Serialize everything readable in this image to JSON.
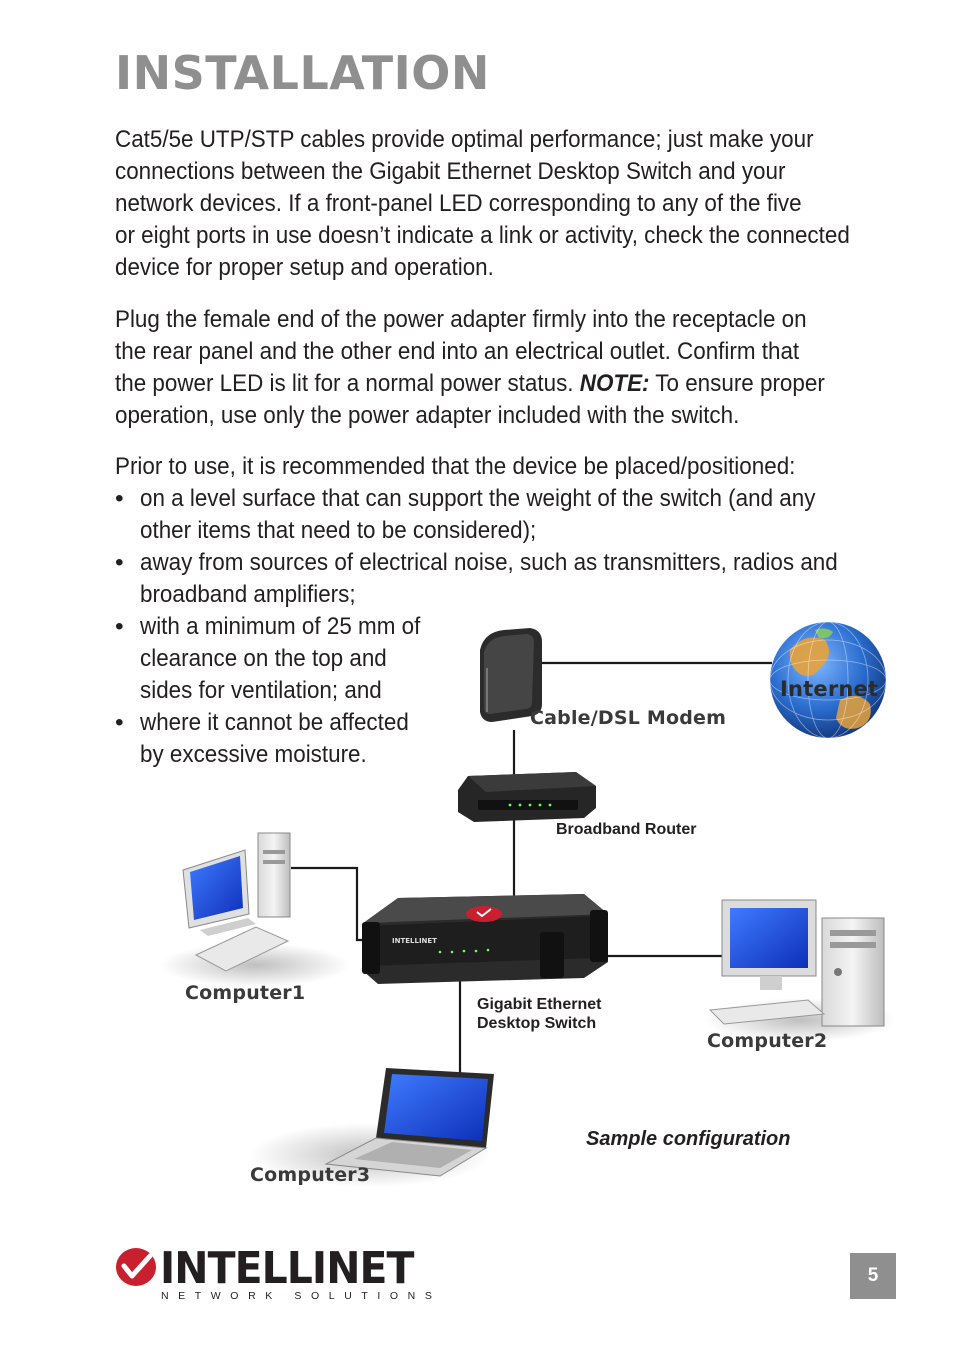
{
  "page": {
    "title": "INSTALLATION",
    "paragraph1": [
      "Cat5/5e UTP/STP cables provide optimal performance; just make your",
      "connections between the Gigabit Ethernet Desktop Switch and your",
      "network devices. If a front-panel LED corresponding to any of the five",
      "or eight ports in use doesn’t indicate a link or activity, check the connected",
      "device for proper setup and operation."
    ],
    "paragraph2": {
      "lines": [
        "Plug the female end of the power adapter firmly into the receptacle on",
        "the rear panel and the other end into an electrical outlet. Confirm that"
      ],
      "line3_before": "the power LED is lit for a normal power status. ",
      "note_label": "NOTE:",
      "line3_after": " To ensure proper",
      "line4": "operation, use only the power adapter included with the switch."
    },
    "paragraph3_intro": "Prior to use, it is recommended that the device be placed/positioned:",
    "bullet_symbol": "•",
    "bullets": [
      [
        "on a level surface that can support the weight of the switch (and any",
        "other items that need to be considered);"
      ],
      [
        "away from sources of electrical noise, such as transmitters, radios and",
        "broadband amplifiers;"
      ],
      [
        "with a minimum of 25 mm of",
        "clearance on the top and",
        "sides for ventilation; and"
      ],
      [
        "where it cannot be affected",
        "by excessive moisture."
      ]
    ],
    "page_number": "5"
  },
  "diagram": {
    "internet_label": "Internet",
    "modem_label": "Cable/DSL Modem",
    "router_label": "Broadband Router",
    "switch_label_line1": "Gigabit Ethernet",
    "switch_label_line2": "Desktop Switch",
    "computer1_label": "Computer1",
    "computer2_label": "Computer2",
    "computer3_label": "Computer3",
    "switch_brand": "INTELLINET",
    "caption": "Sample configuration",
    "colors": {
      "line": "#1a1a1a",
      "globe_ocean": "#2c6fd1",
      "globe_land": "#e8a23a",
      "device_dark": "#2b2b2b"
    }
  },
  "footer": {
    "brand": "INTELLINET",
    "tagline": "NETWORK SOLUTIONS",
    "logo_color": "#c8202f"
  }
}
